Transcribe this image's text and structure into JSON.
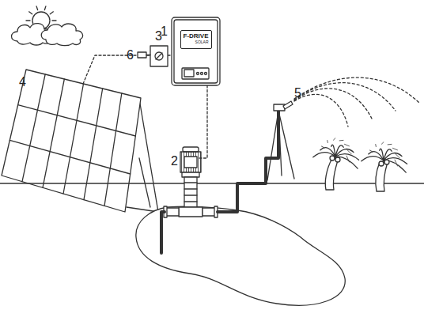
{
  "diagram": {
    "nodes": [
      {
        "text": [
          "F-DRIVE",
          "SOLAR"
        ]
      }
    ],
    "labels": [
      "1",
      "2",
      "3",
      "4",
      "5",
      "6"
    ]
  }
}
